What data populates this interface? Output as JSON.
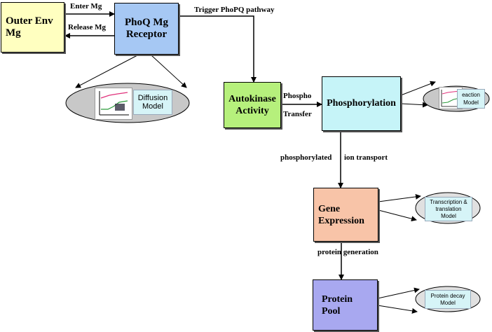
{
  "nodes": {
    "outer_env": "Outer Env\nMg",
    "phoq_receptor": "PhoQ Mg\nReceptor",
    "autokinase": "Autokinase\nActivity",
    "phosphorylation": "Phosphorylation",
    "gene_expression": "Gene\nExpression",
    "protein_pool": "Protein\nPool"
  },
  "edge_labels": {
    "enter_mg": "Enter Mg",
    "release_mg": "Release Mg",
    "trigger": "Trigger PhoPQ pathway",
    "phospho": "Phospho",
    "transfer": "Transfer",
    "phosphorylated": "phosphorylated",
    "ion_transport": "ion transport",
    "protein_generation": "protein generation"
  },
  "models": {
    "diffusion": "Diffusion\nModel",
    "reaction": "eaction\nModel",
    "transcription": "Transcription &\ntranslation\nModel",
    "protein_decay": "Protein decay\nModel"
  },
  "colors": {
    "outer_env": "#ffffc0",
    "phoq_receptor": "#a6c8f4",
    "autokinase": "#b6f07c",
    "phosphorylation": "#c6f4f8",
    "gene_expression": "#f8c4a8",
    "protein_pool": "#a8a8f0",
    "ellipse": "#c8c8c8"
  }
}
